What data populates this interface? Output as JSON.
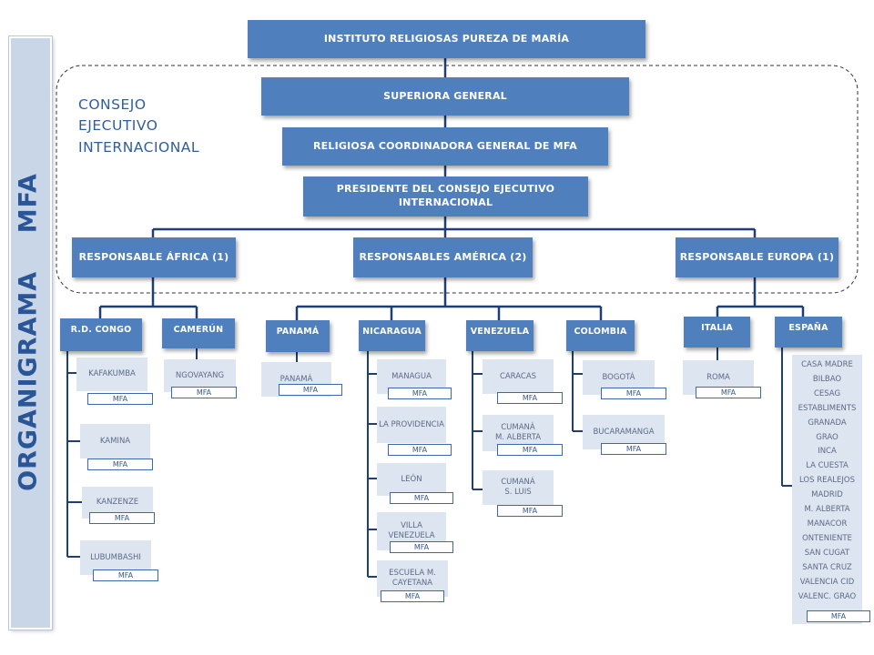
{
  "title_vertical": "ORGANIGRAMA    MFA",
  "council_label": [
    "CONSEJO",
    "EJECUTIVO",
    "INTERNACIONAL"
  ],
  "top": {
    "institute": "INSTITUTO RELIGIOSAS PUREZA DE MARÍA",
    "superior": "SUPERIORA GENERAL",
    "coordinator": "RELIGIOSA COORDINADORA GENERAL DE MFA",
    "president": "PRESIDENTE DEL CONSEJO EJECUTIVO INTERNACIONAL"
  },
  "regions": {
    "africa": "RESPONSABLE ÁFRICA  (1)",
    "america": "RESPONSABLES AMÉRICA (2)",
    "europa": "RESPONSABLE EUROPA (1)"
  },
  "countries": {
    "rd_congo": "R.D. CONGO",
    "camerun": "CAMERÚN",
    "panama": "PANAMÁ",
    "nicaragua": "NICARAGUA",
    "venezuela": "VENEZUELA",
    "colombia": "COLOMBIA",
    "italia": "ITALIA",
    "espana": "ESPAÑA"
  },
  "mfa_label": "MFA",
  "places": {
    "kafakumba": "KAFAKUMBA",
    "kamina": "KAMINA",
    "kanzenze": "KANZENZE",
    "lubumbashi": "LUBUMBASHI",
    "ngovayang": "NGOVAYANG",
    "panama_city": "PANAMÁ",
    "managua": "MANAGUA",
    "la_providencia": "LA PROVIDENCIA",
    "leon": "LEÓN",
    "villa_venezuela": "VILLA VENEZUELA",
    "escuela_cayetana": "ESCUELA M. CAYETANA",
    "caracas": "CARACAS",
    "cumana_alberta": "CUMANÁ\nM. ALBERTA",
    "cumana_luis": "CUMANÁ\nS. LUIS",
    "bogota": "BOGOTÁ",
    "bucaramanga": "BUCARAMANGA",
    "roma": "ROMA"
  },
  "espana_places": [
    "CASA MADRE",
    "BILBAO",
    "CESAG",
    "ESTABLIMENTS",
    "GRANADA",
    "GRAO",
    "INCA",
    "LA CUESTA",
    "LOS REALEJOS",
    "MADRID",
    "M. ALBERTA",
    "MANACOR",
    "ONTENIENTE",
    "SAN CUGAT",
    "SANTA CRUZ",
    "VALENCIA  CID",
    "VALENC. GRAO"
  ]
}
